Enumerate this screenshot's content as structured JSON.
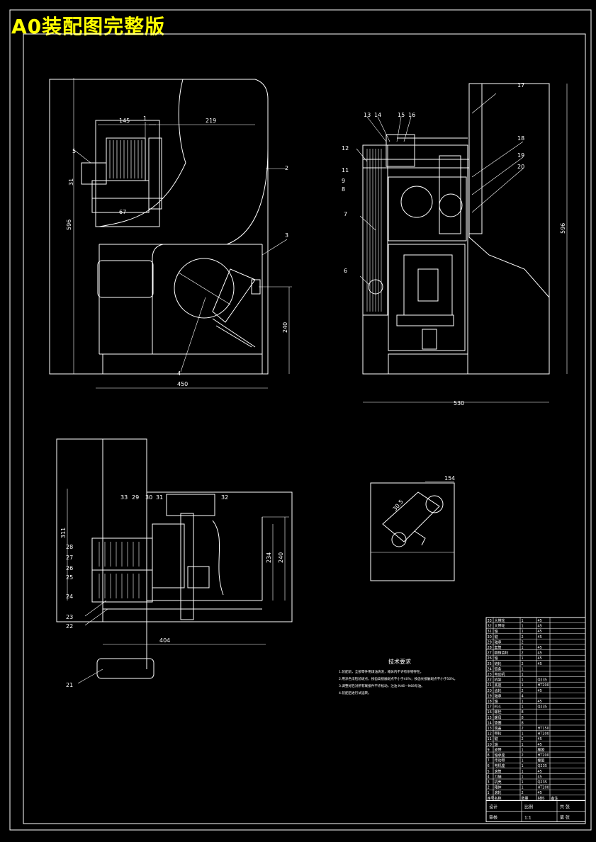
{
  "title": "A0装配图完整版",
  "colors": {
    "background": "#000000",
    "line": "#ffffff",
    "title": "#ffff00",
    "accent": "#ff3333"
  },
  "front_view": {
    "dims": [
      "145",
      "219",
      "31",
      "67",
      "596",
      "240",
      "450"
    ],
    "callouts": [
      "1",
      "2",
      "3",
      "4",
      "5"
    ]
  },
  "side_view": {
    "dims": [
      "596",
      "530"
    ],
    "callouts": [
      "13",
      "14",
      "15",
      "16",
      "17",
      "12",
      "11",
      "9",
      "8",
      "18",
      "19",
      "20",
      "7",
      "6"
    ]
  },
  "plan_view": {
    "dims": [
      "311",
      "240",
      "234",
      "404"
    ],
    "callouts": [
      "33",
      "32",
      "31",
      "30",
      "29",
      "28",
      "27",
      "26",
      "25",
      "24",
      "23",
      "22",
      "21"
    ]
  },
  "detail_view": {
    "dims": [
      "154",
      "30.5"
    ]
  },
  "tech_requirements": {
    "heading": "技术要求",
    "lines": [
      "1.装配前，全部零件用煤油清洗，箱体内不许有杂物存在。",
      "2.用涂色法检验斑点，按齿高接触斑点不小于40%；按齿长接触斑点不小于50%。",
      "3.调整好后对所有联接件不许松动，注油 N46—N68号油。",
      "4.装配后进行试运转。"
    ]
  },
  "bom": {
    "rows": [
      [
        "33",
        "大带轮",
        "1",
        "45"
      ],
      [
        "32",
        "大带轮",
        "1",
        "45"
      ],
      [
        "31",
        "轴",
        "1",
        "45"
      ],
      [
        "30",
        "键",
        "2",
        "45"
      ],
      [
        "29",
        "轴承",
        "2",
        ""
      ],
      [
        "28",
        "套筒",
        "1",
        "45"
      ],
      [
        "27",
        "圆锥齿轮",
        "2",
        "45"
      ],
      [
        "26",
        "轴",
        "1",
        "45"
      ],
      [
        "25",
        "链轮",
        "2",
        "45"
      ],
      [
        "24",
        "链条",
        "1",
        ""
      ],
      [
        "23",
        "电动机",
        "1",
        ""
      ],
      [
        "22",
        "机架",
        "1",
        "Q235"
      ],
      [
        "21",
        "底座",
        "1",
        "HT200"
      ],
      [
        "20",
        "齿轮",
        "2",
        "45"
      ],
      [
        "19",
        "轴承",
        "4",
        ""
      ],
      [
        "18",
        "轴",
        "1",
        "45"
      ],
      [
        "17",
        "料斗",
        "1",
        "Q235"
      ],
      [
        "16",
        "螺栓",
        "8",
        ""
      ],
      [
        "15",
        "螺母",
        "8",
        ""
      ],
      [
        "14",
        "垫圈",
        "8",
        ""
      ],
      [
        "13",
        "端盖",
        "2",
        "HT150"
      ],
      [
        "12",
        "带轮",
        "1",
        "HT200"
      ],
      [
        "11",
        "键",
        "2",
        "45"
      ],
      [
        "10",
        "轴",
        "1",
        "45"
      ],
      [
        "9",
        "皮带",
        "1",
        "橡胶"
      ],
      [
        "8",
        "轴承座",
        "2",
        "HT200"
      ],
      [
        "7",
        "传动带",
        "1",
        "橡胶"
      ],
      [
        "6",
        "电机座",
        "1",
        "Q235"
      ],
      [
        "5",
        "滚筒",
        "1",
        "45"
      ],
      [
        "4",
        "刀轴",
        "1",
        "45"
      ],
      [
        "3",
        "机壳",
        "1",
        "Q235"
      ],
      [
        "2",
        "箱体",
        "1",
        "HT200"
      ],
      [
        "1",
        "滚轮",
        "2",
        "45"
      ]
    ],
    "header": [
      "序号",
      "名称",
      "数量",
      "材料",
      "备注"
    ],
    "title_block": [
      "设计",
      "审核",
      "比例",
      "1:1",
      "共 张",
      "第 张"
    ]
  }
}
